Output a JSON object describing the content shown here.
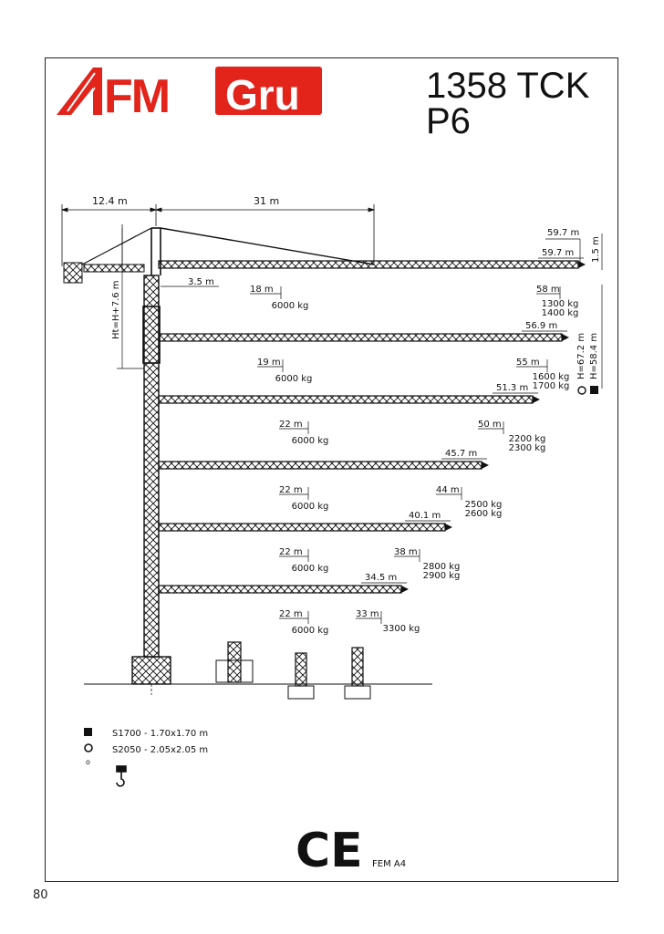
{
  "brand": {
    "logo_text_left": "FM",
    "logo_text_right": "Gru",
    "colors": {
      "red": "#e2241b",
      "ink": "#111111"
    }
  },
  "title": {
    "line1": "1358 TCK",
    "line2": "P6"
  },
  "top_dims": {
    "counter_jib": "12.4 m",
    "tie_span": "31 m"
  },
  "jib_tip": {
    "length": "59.7 m",
    "height": "1.5 m"
  },
  "tower_dims": {
    "head_height": "Ht=H+7.6 m",
    "offset": "3.5 m"
  },
  "heights": {
    "h1": "H=67.2 m",
    "h2": "H=58.4 m"
  },
  "configs": [
    {
      "length": "59.7 m",
      "mid_radius": "18 m",
      "mid_load": "6000 kg",
      "end_radius": "58 m",
      "end_load_a": "1300 kg",
      "end_load_b": "1400 kg"
    },
    {
      "length": "56.9 m",
      "mid_radius": "19 m",
      "mid_load": "6000 kg",
      "end_radius": "55 m",
      "end_load_a": "1600 kg",
      "end_load_b": "1700 kg"
    },
    {
      "length": "51.3 m",
      "mid_radius": "22 m",
      "mid_load": "6000 kg",
      "end_radius": "50 m",
      "end_load_a": "2200 kg",
      "end_load_b": "2300 kg"
    },
    {
      "length": "45.7 m",
      "mid_radius": "22 m",
      "mid_load": "6000 kg",
      "end_radius": "44 m",
      "end_load_a": "2500 kg",
      "end_load_b": "2600 kg"
    },
    {
      "length": "40.1 m",
      "mid_radius": "22 m",
      "mid_load": "6000 kg",
      "end_radius": "38 m",
      "end_load_a": "2800 kg",
      "end_load_b": "2900 kg"
    },
    {
      "length": "34.5 m",
      "mid_radius": "22 m",
      "mid_load": "6000 kg",
      "end_radius": "33 m",
      "end_load_a": "3300 kg",
      "end_load_b": ""
    }
  ],
  "legend": {
    "item1": "S1700 - 1.70x1.70 m",
    "item2": "S2050 - 2.05x2.05 m",
    "item3": "o"
  },
  "certification": {
    "mark": "CE",
    "class": "FEM A4"
  },
  "page_number": "80"
}
